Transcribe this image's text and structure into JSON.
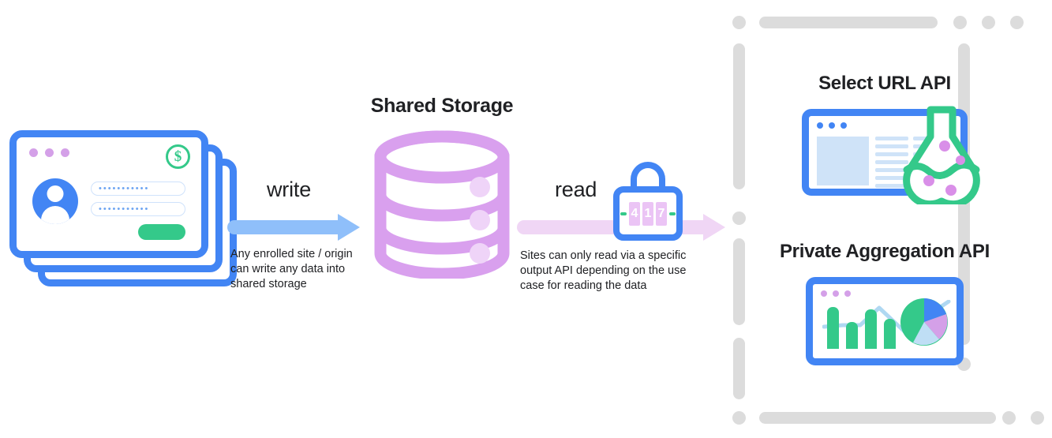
{
  "diagram": {
    "title": "Shared Storage data flow",
    "colors": {
      "blue": "#4285F4",
      "light_blue": "#8FBFFA",
      "purple": "#D4A0E8",
      "light_purple": "#F0D6F5",
      "green": "#34C98A",
      "gray_dash": "#DCDCDC",
      "text": "#202124"
    }
  },
  "site_stack": {
    "name": "Enrolled sites",
    "card_count": 3,
    "titlebar_dots": 3,
    "coin_icon_symbol": "$",
    "field_1_value": "•••••••••••",
    "field_2_value": "•••••••••••",
    "submit_label": ""
  },
  "write_flow": {
    "label": "write",
    "description": "Any enrolled site / origin can write any data into shared storage",
    "arrow_color": "#8FBFFA",
    "direction": "right"
  },
  "shared_storage": {
    "title": "Shared Storage",
    "icon": "database-cylinder",
    "layer_count": 3,
    "color": "#D4A0E8"
  },
  "read_flow": {
    "label": "read",
    "description": "Sites can only read via a specific output API depending on the use case for reading the data",
    "arrow_color": "#F0D6F5",
    "direction": "right",
    "lock": {
      "icon": "padlock-icon",
      "combination": [
        "4",
        "1",
        "7"
      ],
      "body_color": "#4285F4",
      "dial_color": "#EBC4F5",
      "dash_color": "#34C98A"
    }
  },
  "api_panel": {
    "border_style": "dashed-rounded",
    "apis": [
      {
        "title": "Select URL API",
        "icon": "browser-window-with-flask-icon",
        "titlebar_dots": 3,
        "titlebar_dot_color": "#4285F4",
        "flask_color": "#34C98A",
        "flask_bubble_color": "#D98FE8",
        "flask_bubble_count": 4,
        "text_line_count": 8
      },
      {
        "title": "Private Aggregation API",
        "icon": "browser-window-with-charts-icon",
        "titlebar_dots": 3,
        "titlebar_dot_color": "#D4A0E8",
        "bar_values": [
          62,
          40,
          58,
          44
        ],
        "bar_color": "#34C98A",
        "line_color": "#AFD8F2",
        "pie_slices": [
          {
            "label": "green",
            "color": "#34C98A",
            "percent": 45
          },
          {
            "label": "blue",
            "color": "#4285F4",
            "percent": 20
          },
          {
            "label": "purple",
            "color": "#D4A0E8",
            "percent": 20
          },
          {
            "label": "light-blue",
            "color": "#BFDEF5",
            "percent": 15
          }
        ]
      }
    ]
  }
}
